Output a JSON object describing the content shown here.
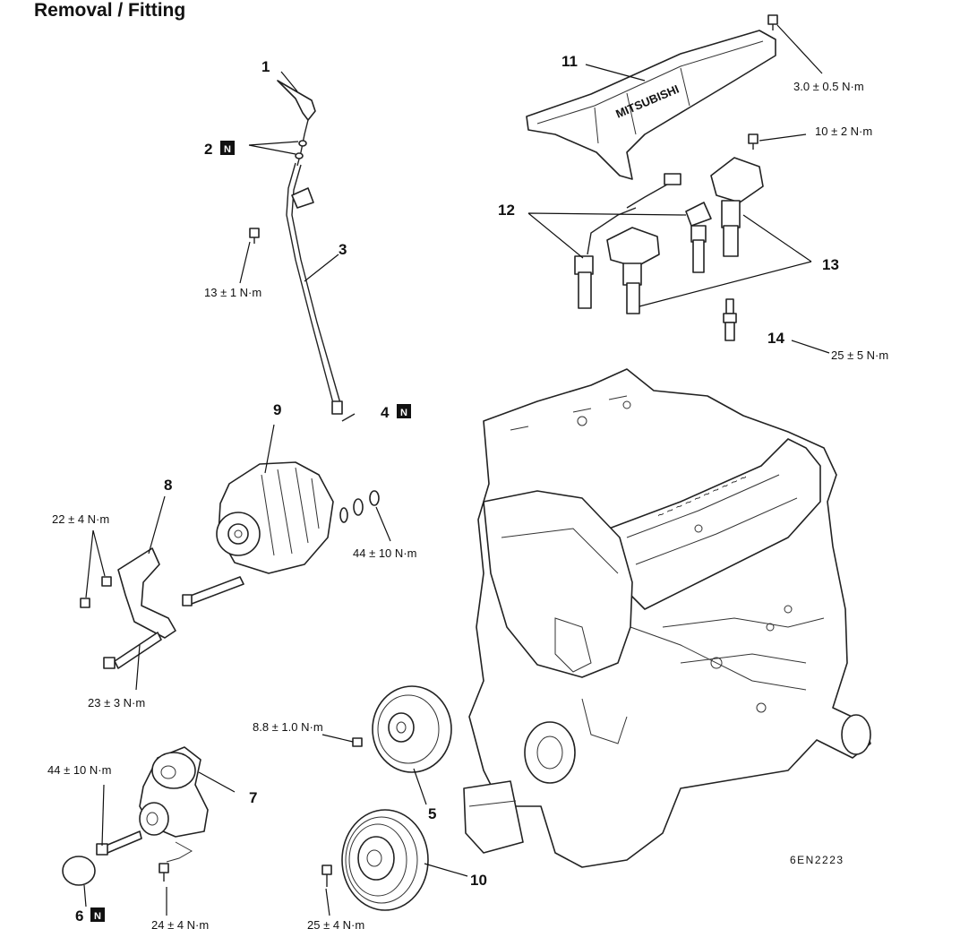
{
  "header": {
    "title": "Removal / Fitting"
  },
  "callouts": {
    "c1": "1",
    "c2": "2",
    "c3": "3",
    "c4": "4",
    "c5": "5",
    "c6": "6",
    "c7": "7",
    "c8": "8",
    "c9": "9",
    "c10": "10",
    "c11": "11",
    "c12": "12",
    "c13": "13",
    "c14": "14"
  },
  "new_part_mark": "N",
  "torques": {
    "t_cover_bolt": "3.0 ± 0.5 N·m",
    "t_coil_bolt": "10 ± 2 N·m",
    "t_dipstick_bolt": "13 ± 1 N·m",
    "t_spark_plug": "25 ± 5 N·m",
    "t_bracket_bolts": "22 ± 4 N·m",
    "t_alternator_nut": "44 ± 10 N·m",
    "t_bracket_long_bolt": "23 ± 3 N·m",
    "t_pulley_bolt": "8.8 ± 1.0 N·m",
    "t_tensioner_bolt": "44 ± 10 N·m",
    "t_tensioner_small_bolt": "24 ± 4 N·m",
    "t_damper_bolt": "25 ± 4 N·m"
  },
  "manufacturer_mark": "MITSUBISHI",
  "drawing_code": "6EN2223"
}
